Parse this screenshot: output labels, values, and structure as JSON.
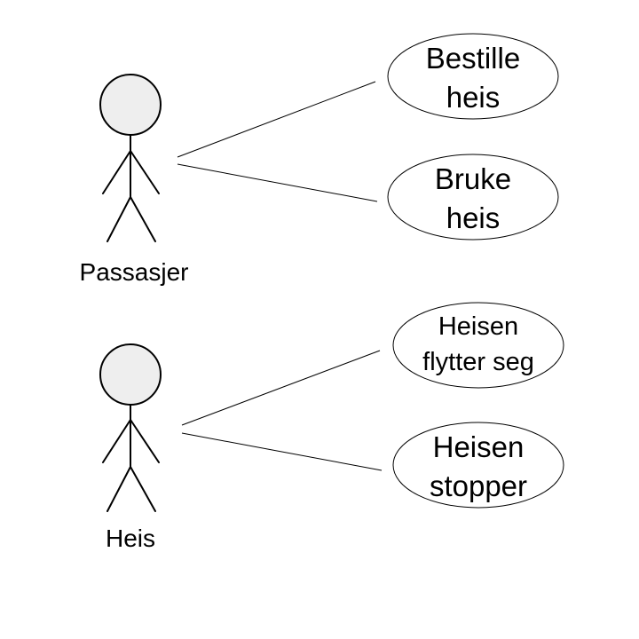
{
  "actors": [
    {
      "id": "passasjer",
      "name": "Passasjer"
    },
    {
      "id": "heis",
      "name": "Heis"
    }
  ],
  "use_cases": [
    {
      "id": "bestille-heis",
      "lines": [
        "Bestille",
        "heis"
      ]
    },
    {
      "id": "bruke-heis",
      "lines": [
        "Bruke",
        "heis"
      ]
    },
    {
      "id": "heisen-flytter-seg",
      "lines": [
        "Heisen",
        "flytter seg"
      ]
    },
    {
      "id": "heisen-stopper",
      "lines": [
        "Heisen",
        "stopper"
      ]
    }
  ],
  "associations": [
    {
      "actor": "passasjer",
      "use_case": "bestille-heis"
    },
    {
      "actor": "passasjer",
      "use_case": "bruke-heis"
    },
    {
      "actor": "heis",
      "use_case": "heisen-flytter-seg"
    },
    {
      "actor": "heis",
      "use_case": "heisen-stopper"
    }
  ],
  "colors": {
    "actor_head_fill": "#eeeeee",
    "stroke": "#000000",
    "background": "#ffffff"
  }
}
